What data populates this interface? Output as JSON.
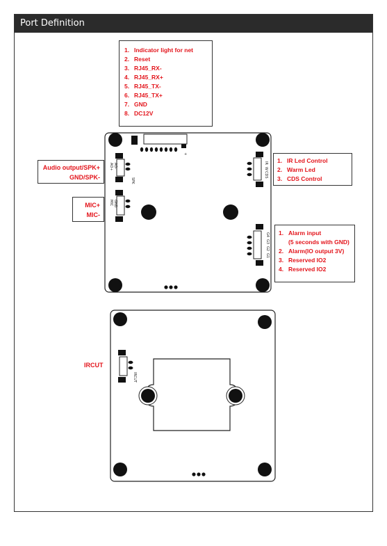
{
  "header": {
    "title": "Port Definition"
  },
  "top_list": {
    "items": [
      {
        "num": "1.",
        "text": "Indicator light for net"
      },
      {
        "num": "2.",
        "text": "Reset"
      },
      {
        "num": "3.",
        "text": "RJ45_RX-"
      },
      {
        "num": "4.",
        "text": "RJ45_RX+"
      },
      {
        "num": "5.",
        "text": "RJ45_TX-"
      },
      {
        "num": "6.",
        "text": "RJ45_TX+"
      },
      {
        "num": "7.",
        "text": "GND"
      },
      {
        "num": "8.",
        "text": "DC12V"
      }
    ]
  },
  "ir_box": {
    "items": [
      {
        "num": "1.",
        "text": "IR Led Control"
      },
      {
        "num": "2.",
        "text": "Warm Led"
      },
      {
        "num": "3.",
        "text": "CDS Control"
      }
    ]
  },
  "alarm_box": {
    "items": [
      {
        "num": "1.",
        "text": "Alarm input"
      },
      {
        "num": "",
        "text": "(5 seconds with GND)"
      },
      {
        "num": "2.",
        "text": "Alarm(IO output 3V)"
      },
      {
        "num": "3.",
        "text": "Reserved IO2"
      },
      {
        "num": "4.",
        "text": "Reserved IO2"
      }
    ]
  },
  "audio_box": {
    "line1": "Audio output/SPK+",
    "line2": "GND/SPK-"
  },
  "mic_box": {
    "line1": "MIC+",
    "line2": "MIC-"
  },
  "ircut_label": "IRCUT",
  "silkscreen": {
    "spk": "SPK",
    "aout1": "AO+",
    "aout2": "AO-",
    "mic": "MIC",
    "gnd": "GND",
    "ir": "IR",
    "w": "W",
    "cds": "CDS",
    "g1": "G1",
    "g2": "G2",
    "g3": "G3",
    "g4": "G4",
    "ircut": "IRCUT",
    "plus": "+"
  },
  "colors": {
    "label_red": "#e3141b",
    "header_bg": "#2b2b2b"
  }
}
